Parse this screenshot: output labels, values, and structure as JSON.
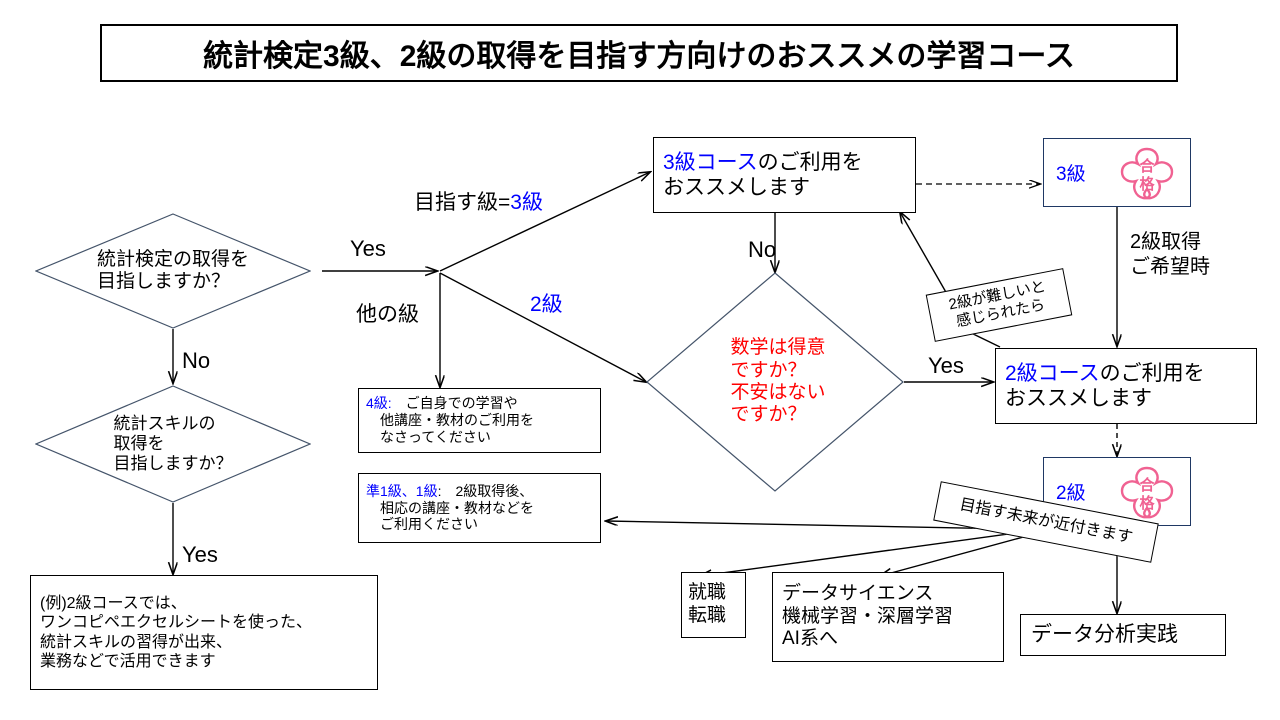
{
  "title": {
    "text": "統計検定3級、2級の取得を目指す方向けのおススメの学習コース"
  },
  "colors": {
    "blue": "#0000ff",
    "red": "#ff0000",
    "black": "#000000",
    "sakura_pink": "#f06292",
    "shape_outline": "#44546a"
  },
  "decisions": {
    "d1": "統計検定の取得を\n目指しますか？",
    "d2": "統計スキルの\n取得を\n目指しますか？",
    "d3": "数学は得意\nですか？\n不安はない\nですか？"
  },
  "edge_labels": {
    "yes1": "Yes",
    "no1": "No",
    "yes2": "Yes",
    "grade_eq_3_prefix": "目指す級=",
    "grade_eq_3_value": "3級",
    "other_grade": "他の級",
    "grade2": "2級",
    "no_math": "No",
    "yes_math": "Yes",
    "want_grade2": "2級取得\nご希望時"
  },
  "boxes": {
    "course3": {
      "accent": "3級コース",
      "rest": "のご利用を",
      "line2": "おススメします"
    },
    "course2": {
      "accent": "2級コース",
      "rest": "のご利用を",
      "line2": "おススメします"
    },
    "grade4": {
      "accent": "4級:",
      "line1_rest": "　ご自身での学習や",
      "line2": "　他講座・教材のご利用を",
      "line3": "　なさってください"
    },
    "grade1": {
      "accent": "準1級、1級",
      "line1_rest": ":　2級取得後、",
      "line2": "　相応の講座・教材などを",
      "line3": "　ご利用ください"
    },
    "example": {
      "line1": "(例)2級コースでは、",
      "line2": "ワンコピペエクセルシートを使った、",
      "line3": "統計スキルの習得が出来、",
      "line4": "業務などで活用できます"
    },
    "job": "就職\n転職",
    "ds": "データサイエンス\n機械学習・深層学習\nAI系へ",
    "practice": "データ分析実践"
  },
  "badges": {
    "pass3": {
      "grade": "3級",
      "stamp": "合格"
    },
    "pass2": {
      "grade": "2級",
      "stamp": "合格"
    }
  },
  "tags": {
    "too_hard": "2級が難しいと\n感じられたら",
    "future": "目指す未来が近付きます"
  }
}
